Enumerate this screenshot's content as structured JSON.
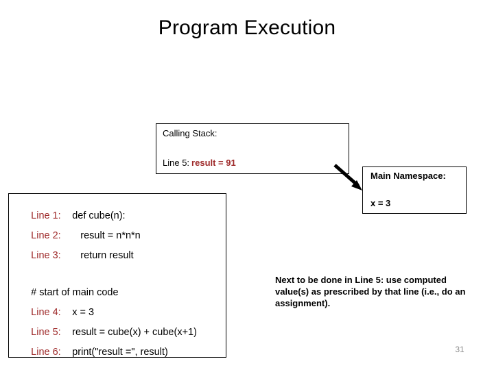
{
  "slide": {
    "title": "Program Execution",
    "page_number": "31",
    "page_number_color": "#8a8a8a",
    "accent_red": "#9E2A2A",
    "text_color": "#000000",
    "background": "#ffffff"
  },
  "calling_stack": {
    "title": "Calling Stack:",
    "frames": [
      {
        "label": "Line 5:",
        "value": "result = 91"
      }
    ]
  },
  "main_namespace": {
    "title": "Main Namespace:",
    "bindings": [
      "x = 3"
    ]
  },
  "arrow": {
    "name": "stack-to-namespace-arrow",
    "direction": "down-right",
    "color": "#000000"
  },
  "code": {
    "lines": [
      {
        "number": "Line 1:",
        "text": " def cube(n):",
        "is_comment": false
      },
      {
        "number": "Line 2:",
        "text": "    result = n*n*n",
        "is_comment": false
      },
      {
        "number": "Line 3:",
        "text": "    return result",
        "is_comment": false
      },
      {
        "number": "",
        "text": "# start of main code",
        "is_comment": true
      },
      {
        "number": "Line 4:",
        "text": " x = 3",
        "is_comment": false
      },
      {
        "number": "Line 5:",
        "text": " result = cube(x) + cube(x+1)",
        "is_comment": false
      },
      {
        "number": "Line 6:",
        "text": " print(\"result =\", result)",
        "is_comment": false
      }
    ]
  },
  "explanation": {
    "text": "Next to be done in Line 5: use computed value(s) as prescribed by that line (i.e., do an assignment)."
  }
}
